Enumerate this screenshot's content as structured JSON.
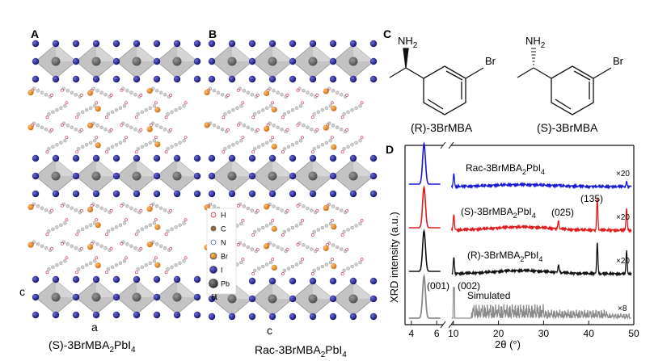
{
  "panels": {
    "A": {
      "letter": "A",
      "axis_vertical": "c",
      "axis_horizontal": "a",
      "caption_main": "(S)-3BrMBA",
      "caption_sub": "2",
      "caption_tail": "PbI",
      "caption_sub2": "4"
    },
    "B": {
      "letter": "B",
      "axis_vertical": "a",
      "axis_horizontal": "c",
      "caption_main": "Rac-3BrMBA",
      "caption_sub": "2",
      "caption_tail": "PbI",
      "caption_sub2": "4"
    },
    "C": {
      "letter": "C",
      "molecules": [
        {
          "name": "(R)-3BrMBA",
          "amine": "NH",
          "amine_sub": "2",
          "halogen": "Br",
          "bond": "wedge"
        },
        {
          "name": "(S)-3BrMBA",
          "amine": "NH",
          "amine_sub": "2",
          "halogen": "Br",
          "bond": "hash"
        }
      ]
    },
    "D": {
      "letter": "D",
      "ylabel": "XRD intensity (a.u.)",
      "xlabel": "2θ (°)",
      "traces": [
        {
          "name_main": "Rac-3BrMBA",
          "name_sub": "2",
          "name_tail": "PbI",
          "name_sub2": "4",
          "scale": "×20",
          "color": "#1a1ad6"
        },
        {
          "name_main": "(S)-3BrMBA",
          "name_sub": "2",
          "name_tail": "PbI",
          "name_sub2": "4",
          "scale": "×20",
          "color": "#e01b1b"
        },
        {
          "name_main": "(R)-3BrMBA",
          "name_sub": "2",
          "name_tail": "PbI",
          "name_sub2": "4",
          "scale": "×20",
          "color": "#111111"
        },
        {
          "name_main": "Simulated",
          "name_sub": "",
          "name_tail": "",
          "name_sub2": "",
          "scale": "×8",
          "color": "#8a8a8a"
        }
      ],
      "annotations": [
        "(001)",
        "(002)",
        "(025)",
        "(135)"
      ]
    }
  },
  "legend": [
    {
      "label": "H",
      "color": "#f2f2f2"
    },
    {
      "label": "C",
      "color": "#9a6a3a"
    },
    {
      "label": "N",
      "color": "#ffffff"
    },
    {
      "label": "Br",
      "color": "#e08a22"
    },
    {
      "label": "I",
      "color": "#1c1c8c"
    },
    {
      "label": "Pb",
      "color": "#3a3a3a"
    }
  ],
  "chart_data": {
    "type": "line",
    "title": "",
    "xlabel": "2θ (°)",
    "ylabel": "XRD intensity (a.u.)",
    "broken_axis": true,
    "x_segments": [
      [
        3.5,
        6.5
      ],
      [
        9.5,
        50
      ]
    ],
    "xticks": [
      4,
      6,
      10,
      20,
      30,
      40,
      50
    ],
    "grid": false,
    "legend": "inline-labels",
    "series": [
      {
        "name": "Rac-3BrMBA2PbI4",
        "x": [
          5.0,
          10.1,
          25.0,
          33.3,
          48.4
        ],
        "y": [
          1.0,
          0.25,
          0.12,
          0.06,
          0.05
        ]
      },
      {
        "name": "(S)-3BrMBA2PbI4",
        "x": [
          5.0,
          10.1,
          25.0,
          33.3,
          41.9,
          48.4
        ],
        "y": [
          1.0,
          0.32,
          0.14,
          0.18,
          0.62,
          0.45
        ]
      },
      {
        "name": "(R)-3BrMBA2PbI4",
        "x": [
          5.0,
          10.1,
          25.0,
          33.3,
          41.9,
          48.4
        ],
        "y": [
          1.0,
          0.28,
          0.13,
          0.16,
          0.62,
          0.42
        ]
      },
      {
        "name": "Simulated",
        "x": [
          5.0,
          10.1,
          14.8,
          20.4,
          25.7,
          30.2,
          37.0,
          45.0
        ],
        "y": [
          1.0,
          0.9,
          0.3,
          0.26,
          0.28,
          0.22,
          0.18,
          0.1
        ]
      }
    ]
  }
}
